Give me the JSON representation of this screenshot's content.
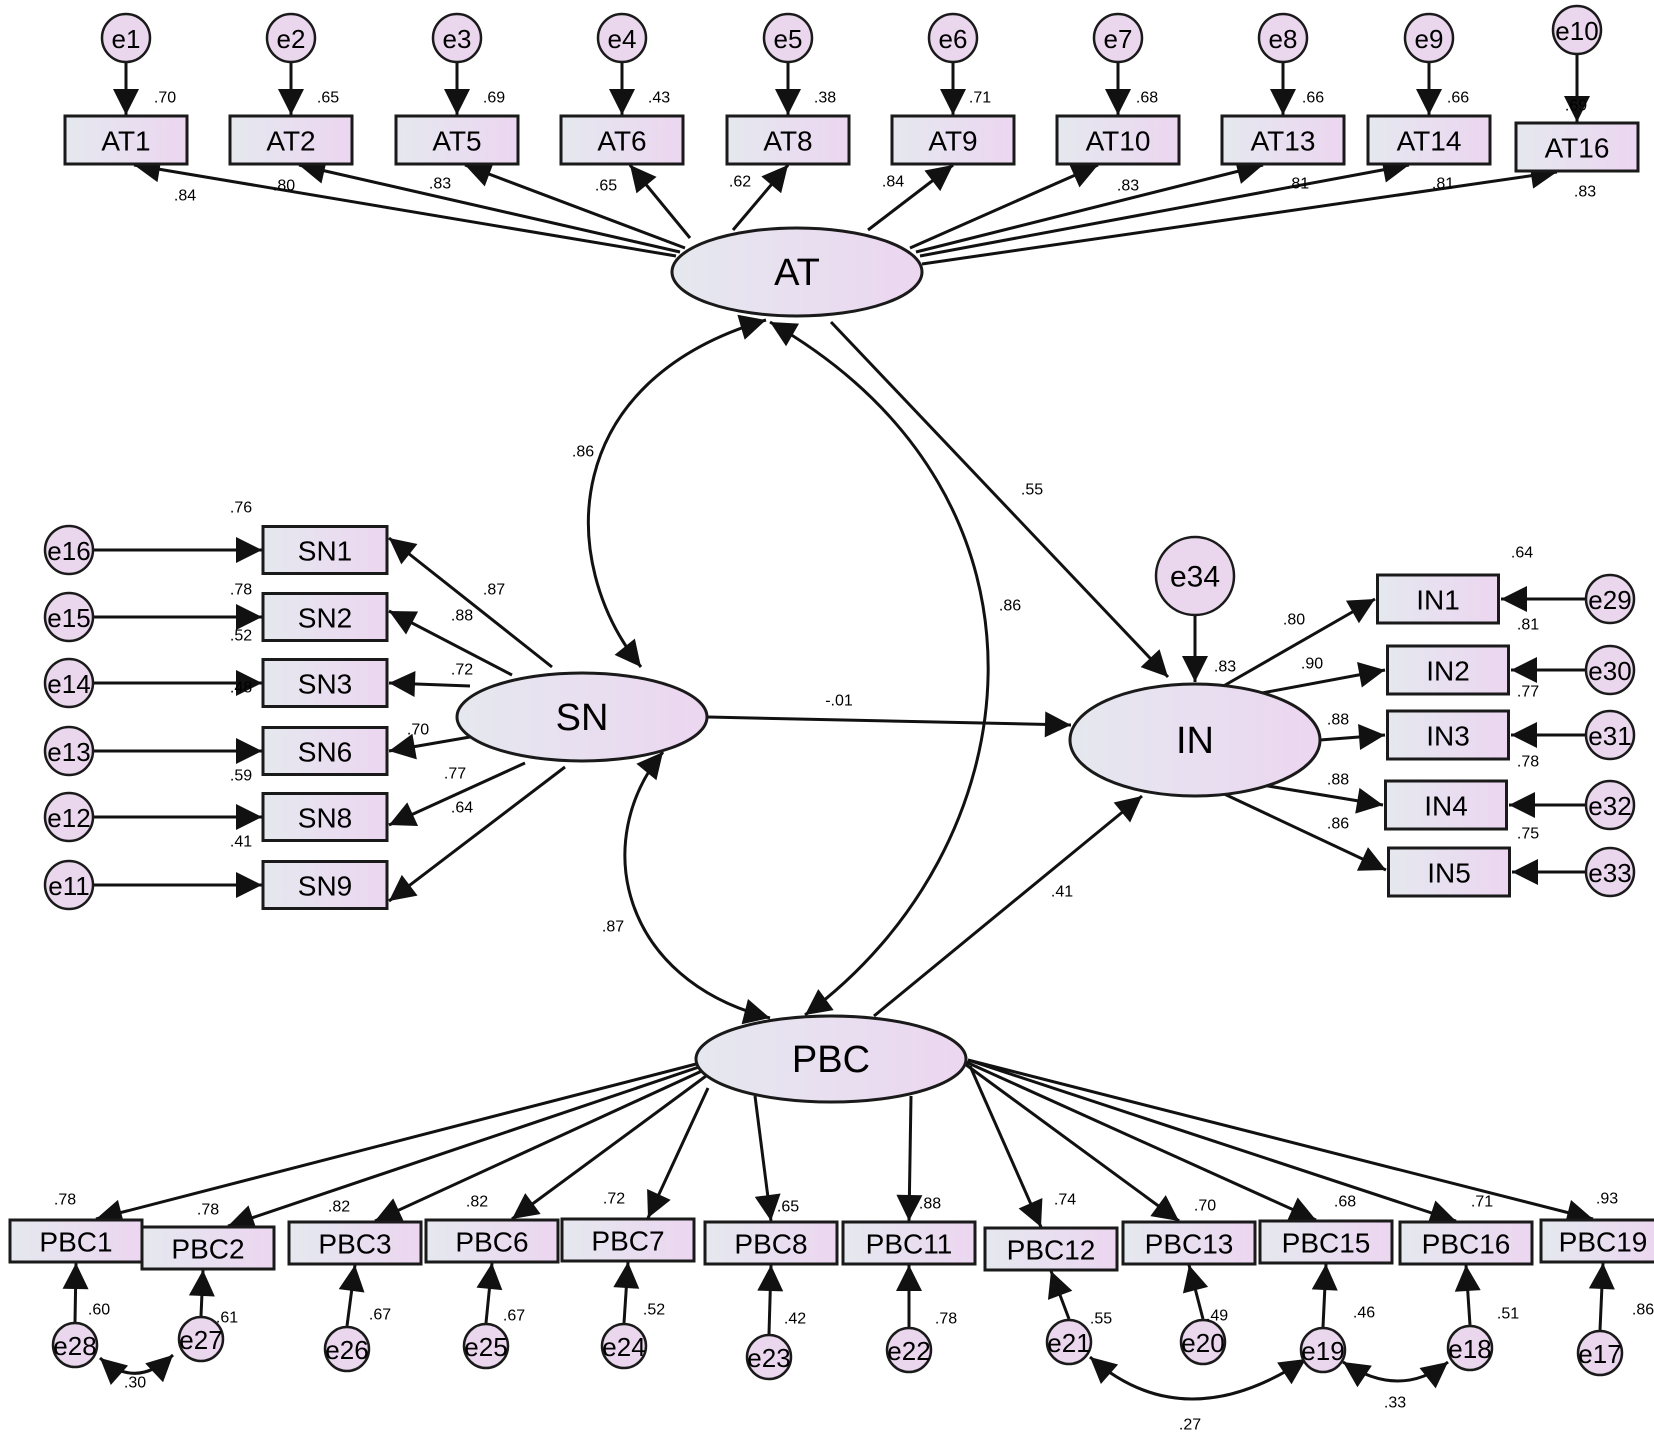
{
  "latent": {
    "AT": "AT",
    "SN": "SN",
    "IN": "IN",
    "PBC": "PBC"
  },
  "indicators": {
    "AT": [
      "AT1",
      "AT2",
      "AT5",
      "AT6",
      "AT8",
      "AT9",
      "AT10",
      "AT13",
      "AT14",
      "AT16"
    ],
    "SN": [
      "SN1",
      "SN2",
      "SN3",
      "SN6",
      "SN8",
      "SN9"
    ],
    "IN": [
      "IN1",
      "IN2",
      "IN3",
      "IN4",
      "IN5"
    ],
    "PBC": [
      "PBC1",
      "PBC2",
      "PBC3",
      "PBC6",
      "PBC7",
      "PBC8",
      "PBC11",
      "PBC12",
      "PBC13",
      "PBC15",
      "PBC16",
      "PBC19"
    ]
  },
  "errors": {
    "AT": [
      "e1",
      "e2",
      "e3",
      "e4",
      "e5",
      "e6",
      "e7",
      "e8",
      "e9",
      "e10"
    ],
    "SN": [
      "e16",
      "e15",
      "e14",
      "e13",
      "e12",
      "e11"
    ],
    "IN": [
      "e29",
      "e30",
      "e31",
      "e32",
      "e33"
    ],
    "PBC": [
      "e28",
      "e27",
      "e26",
      "e25",
      "e24",
      "e23",
      "e22",
      "e21",
      "e20",
      "e19",
      "e18",
      "e17"
    ],
    "IN_disturbance": "e34"
  },
  "loadings": {
    "AT": [
      ".84",
      ".80",
      ".83",
      ".65",
      ".62",
      ".84",
      ".83",
      ".81",
      ".81",
      ".83"
    ],
    "SN": [
      ".87",
      ".88",
      ".72",
      ".70",
      ".77",
      ".64"
    ],
    "IN": [
      ".80",
      ".90",
      ".88",
      ".88",
      ".86"
    ],
    "PBC": []
  },
  "r_squared": {
    "AT": [
      ".70",
      ".65",
      ".69",
      ".43",
      ".38",
      ".71",
      ".68",
      ".66",
      ".66",
      ".69"
    ],
    "SN": [
      ".76",
      ".78",
      ".52",
      ".48",
      ".59",
      ".41"
    ],
    "IN": [
      ".64",
      ".81",
      ".77",
      ".78",
      ".75"
    ],
    "IN_latent": ".83",
    "PBC_top": [
      ".78",
      ".78",
      ".82",
      ".82",
      ".72",
      ".65",
      ".88",
      ".74",
      ".70",
      ".68",
      ".71",
      ".93"
    ],
    "PBC_bottom": [
      ".60",
      ".61",
      ".67",
      ".67",
      ".52",
      ".42",
      ".78",
      ".55",
      ".49",
      ".46",
      ".51",
      ".86"
    ]
  },
  "paths": {
    "AT_IN": ".55",
    "SN_IN": "-.01",
    "PBC_IN": ".41"
  },
  "correlations": {
    "AT_SN": ".86",
    "AT_PBC": ".86",
    "SN_PBC": ".87",
    "e28_e27": ".30",
    "e21_e19": ".27",
    "e19_e18": ".33"
  },
  "colors": {
    "fill_light": "#e4e6ee",
    "fill_pink": "#ebd7ef",
    "stroke": "#1a1a1a"
  }
}
